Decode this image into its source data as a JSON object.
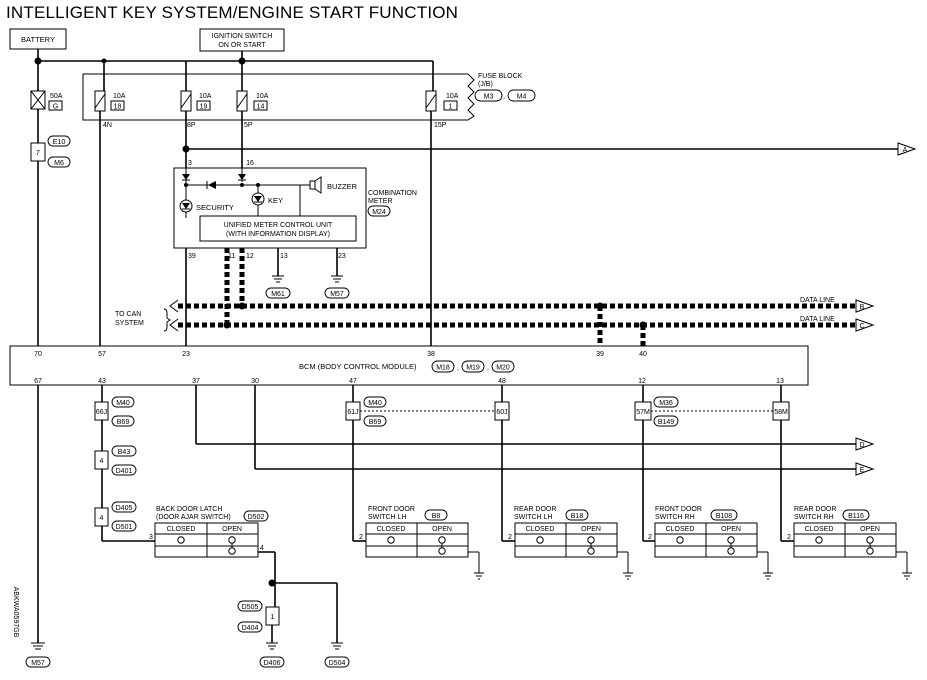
{
  "title": "INTELLIGENT KEY SYSTEM/ENGINE START FUNCTION",
  "power": {
    "battery": "BATTERY",
    "ignition_line1": "IGNITION SWITCH",
    "ignition_line2": "ON OR START"
  },
  "fuse_block": {
    "label_line1": "FUSE BLOCK",
    "label_line2": "(J/B)",
    "connector_a": "M3",
    "connector_b": "M4",
    "fusible_link": {
      "amp": "50A",
      "id": "G"
    },
    "fuses": [
      {
        "amp": "10A",
        "id": "18",
        "term": "4N"
      },
      {
        "amp": "10A",
        "id": "19",
        "term": "8P"
      },
      {
        "amp": "10A",
        "id": "14",
        "term": "5P"
      },
      {
        "amp": "10A",
        "id": "1",
        "term": "15P"
      }
    ]
  },
  "joint": {
    "pin": "7",
    "conn_top": "E10",
    "conn_bottom": "M6"
  },
  "meter": {
    "label_line1": "COMBINATION",
    "label_line2": "METER",
    "connector": "M24",
    "unit_line1": "UNIFIED METER CONTROL UNIT",
    "unit_line2": "(WITH INFORMATION DISPLAY)",
    "security": "SECURITY",
    "key": "KEY",
    "buzzer": "BUZZER",
    "pins": {
      "p3": "3",
      "p16": "16",
      "p39": "39",
      "p11": "11",
      "p12": "12",
      "p13": "13",
      "p23": "23"
    },
    "ground_m61": "M61",
    "ground_m57": "M57"
  },
  "can": {
    "to_can_line1": "TO CAN",
    "to_can_line2": "SYSTEM",
    "data_line_1": "DATA LINE",
    "data_line_2": "DATA LINE"
  },
  "bcm": {
    "label": "BCM (BODY CONTROL MODULE)",
    "conn1": "M18",
    "conn2": "M19",
    "conn3": "M20",
    "top_pins": [
      "70",
      "57",
      "23",
      "38",
      "39",
      "40"
    ],
    "bottom_pins": [
      "67",
      "43",
      "37",
      "30",
      "47",
      "48",
      "12",
      "13"
    ]
  },
  "connectors": {
    "c66j": "66J",
    "m40a": "M40",
    "b69a": "B69",
    "c61j": "61J",
    "m40b": "M40",
    "b69b": "B69",
    "c60j": "60J",
    "c57m": "57M",
    "m36": "M36",
    "b149": "B149",
    "c58m": "58M",
    "j4a_pin": "4",
    "b43": "B43",
    "d401": "D401",
    "j4b_pin": "4",
    "d405": "D405",
    "d501": "D501",
    "j1_pin": "1",
    "d505": "D505",
    "d404": "D404",
    "d406": "D406",
    "d504": "D504",
    "m57": "M57"
  },
  "switches": {
    "back_door_line1": "BACK DOOR LATCH",
    "back_door_line2": "(DOOR AJAR SWITCH)",
    "back_door_conn": "D502",
    "back_pin_left": "3",
    "back_pin_right": "4",
    "front_lh_line1": "FRONT DOOR",
    "front_lh_line2": "SWITCH LH",
    "front_lh_conn": "B8",
    "rear_lh_line1": "REAR DOOR",
    "rear_lh_line2": "SWITCH LH",
    "rear_lh_conn": "B18",
    "front_rh_line1": "FRONT DOOR",
    "front_rh_line2": "SWITCH RH",
    "front_rh_conn": "B108",
    "rear_rh_line1": "REAR DOOR",
    "rear_rh_line2": "SWITCH RH",
    "rear_rh_conn": "B116",
    "closed": "CLOSED",
    "open": "OPEN",
    "switch_pin": "2"
  },
  "arrows": {
    "a": "A",
    "b": "B",
    "c": "C",
    "d": "D",
    "e": "E"
  },
  "code": "ABKWA0597GB"
}
